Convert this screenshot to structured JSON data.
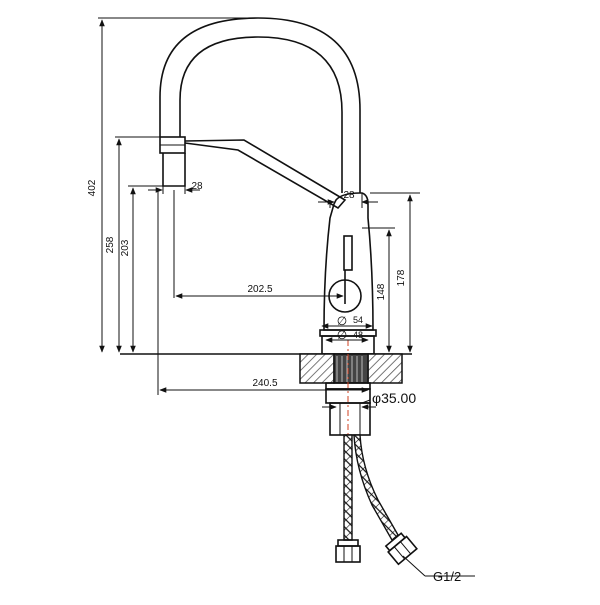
{
  "drawing": {
    "colors": {
      "line": "#111111",
      "centerline": "#d04020",
      "hatch": "#555555",
      "background": "#ffffff"
    },
    "dimensions": {
      "overall_height": "402",
      "spout_height": "258",
      "outlet_height": "203",
      "outlet_diameter": "28",
      "body_top": "28",
      "body_height": "178",
      "handle_height": "148",
      "reach": "202.5",
      "outer_reach": "240.5",
      "base_outer": "54",
      "base_inner": "48",
      "mount_hole": "φ35.00",
      "thread": "G1/2"
    },
    "symbols": {
      "diameter": "∅"
    }
  }
}
